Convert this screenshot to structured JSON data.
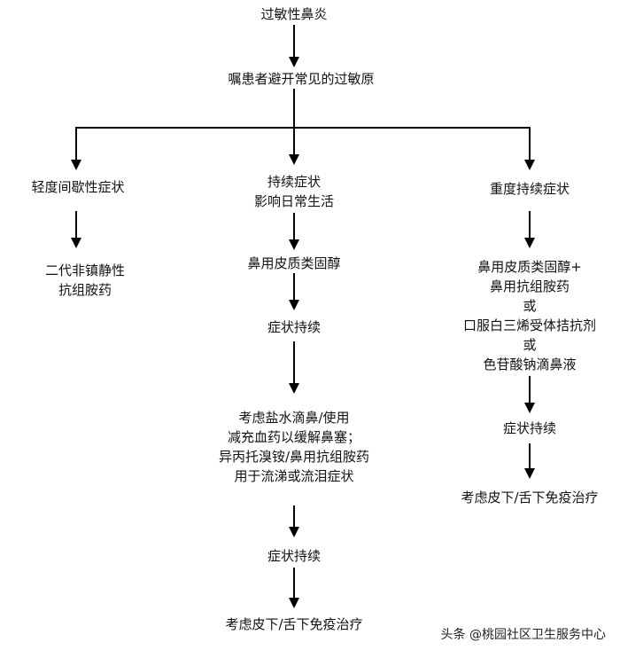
{
  "nodes": {
    "root": {
      "lines": [
        "过敏性鼻炎"
      ]
    },
    "avoid": {
      "lines": [
        "嘱患者避开常见的过敏原"
      ]
    },
    "left_mild": {
      "lines": [
        "轻度间歇性症状"
      ]
    },
    "left_drug": {
      "lines": [
        "二代非镇静性",
        "抗组胺药"
      ]
    },
    "mid_persistent": {
      "lines": [
        "持续症状",
        "影响日常生活"
      ]
    },
    "mid_steroid": {
      "lines": [
        "鼻用皮质类固醇"
      ]
    },
    "mid_continue1": {
      "lines": [
        "症状持续"
      ]
    },
    "mid_options": {
      "lines": [
        "考虑盐水滴鼻/使用",
        "减充血药以缓解鼻塞；",
        "异丙托溴铵/鼻用抗组胺药",
        "用于流涕或流泪症状"
      ]
    },
    "mid_continue2": {
      "lines": [
        "症状持续"
      ]
    },
    "mid_immuno": {
      "lines": [
        "考虑皮下/舌下免疫治疗"
      ]
    },
    "right_severe": {
      "lines": [
        "重度持续症状"
      ]
    },
    "right_combo": {
      "lines": [
        "鼻用皮质类固醇+",
        "鼻用抗组胺药",
        "或",
        "口服白三烯受体拮抗剂",
        "或",
        "色苷酸钠滴鼻液"
      ]
    },
    "right_continue": {
      "lines": [
        "症状持续"
      ]
    },
    "right_immuno": {
      "lines": [
        "考虑皮下/舌下免疫治疗"
      ]
    }
  },
  "watermark": "头条 @桃园社区卫生服务中心"
}
